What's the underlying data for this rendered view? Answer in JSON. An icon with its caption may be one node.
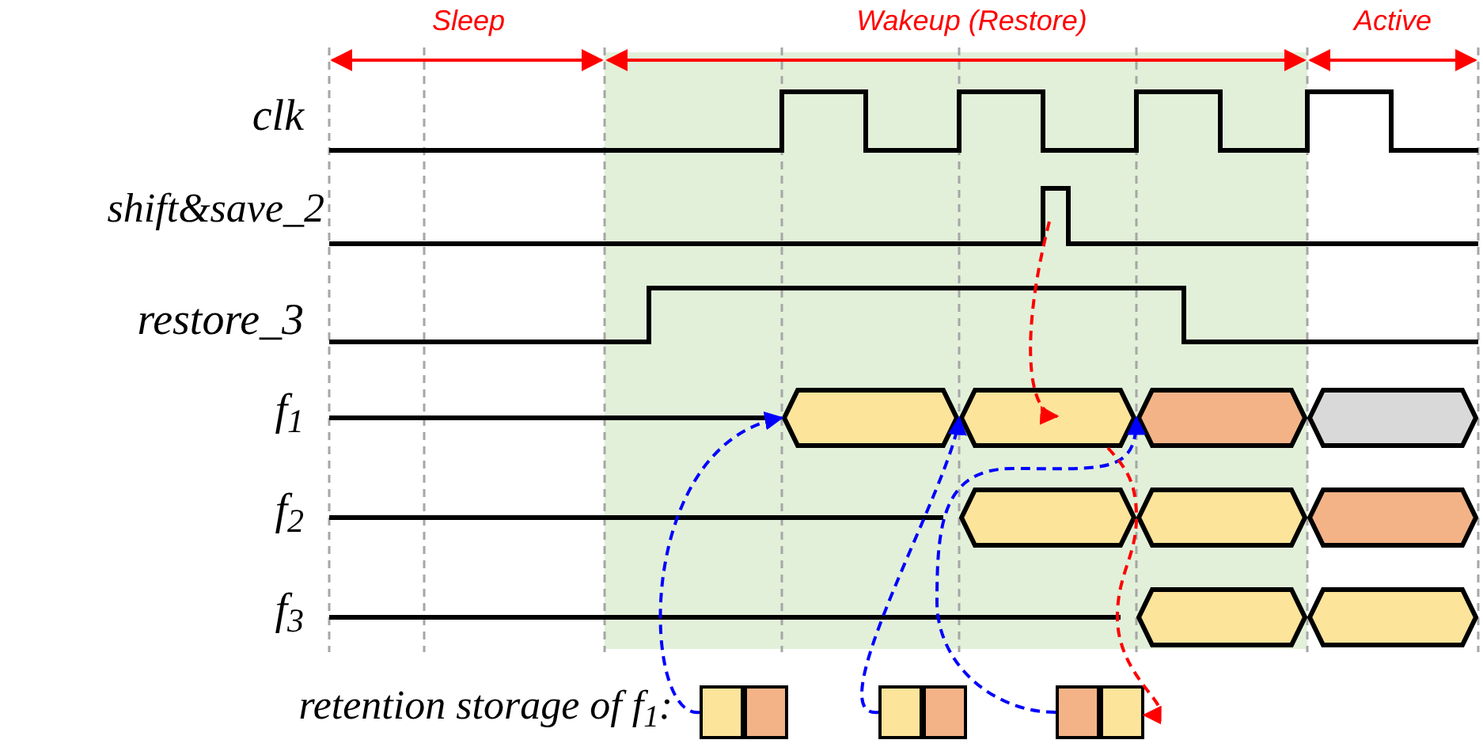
{
  "diagram": {
    "nodes": [
      {
        "text": [],
        "shape": "hexagon"
      },
      {
        "text": [],
        "shape": "hexagon"
      },
      {
        "text": [],
        "shape": "hexagon"
      },
      {
        "text": [],
        "shape": "hexagon"
      },
      {
        "text": [],
        "shape": "hexagon"
      },
      {
        "text": [],
        "shape": "hexagon"
      },
      {
        "text": [],
        "shape": "hexagon"
      },
      {
        "text": [],
        "shape": "hexagon"
      },
      {
        "text": [],
        "shape": "hexagon"
      },
      {
        "text": [],
        "shape": "box"
      },
      {
        "text": [],
        "shape": "box"
      },
      {
        "text": [],
        "shape": "box"
      },
      {
        "text": [],
        "shape": "box"
      },
      {
        "text": [],
        "shape": "box"
      },
      {
        "text": [],
        "shape": "box"
      }
    ],
    "edges": [
      {
        "from": 9,
        "to": 0,
        "arrow": "to",
        "style": "dashed",
        "color": "#0000ff"
      },
      {
        "from": 11,
        "to": 1,
        "arrow": "to",
        "style": "dashed",
        "color": "#0000ff"
      },
      {
        "from": 13,
        "to": 2,
        "arrow": "to",
        "style": "dashed",
        "color": "#0000ff"
      },
      {
        "from": null,
        "to": 1,
        "arrow": "to",
        "style": "dashed",
        "color": "#ff0000"
      },
      {
        "from": 1,
        "to": 14,
        "arrow": "to",
        "style": "dashed",
        "color": "#ff0000"
      }
    ],
    "labels": [
      "Sleep",
      "Wakeup (Restore)",
      "Active",
      "clk",
      "shift&save_2",
      "restore_3",
      "f$_{1}$",
      "f$_{2}$",
      "f$_{3}$",
      "retention storage of f$_{1}$:"
    ]
  }
}
